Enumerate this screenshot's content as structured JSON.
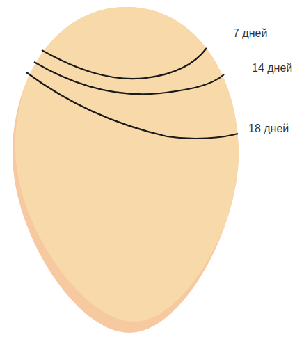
{
  "diagram": {
    "labels": [
      "7 дней",
      "14 дней",
      "18 дней"
    ]
  }
}
